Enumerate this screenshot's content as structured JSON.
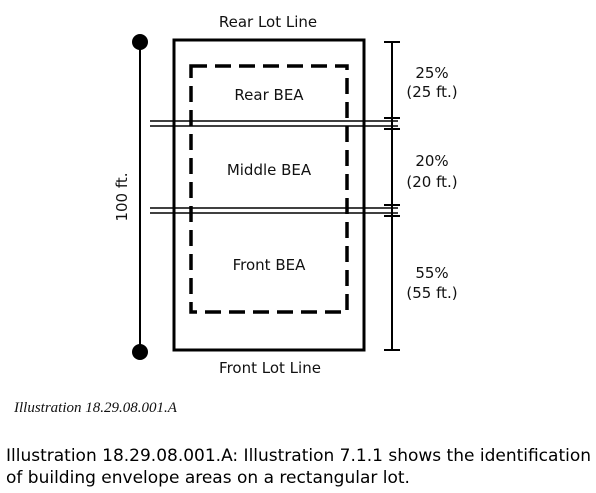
{
  "diagram": {
    "rear_lot_line": "Rear Lot Line",
    "front_lot_line": "Front Lot Line",
    "zones": {
      "rear": "Rear BEA",
      "middle": "Middle BEA",
      "front": "Front BEA"
    },
    "depth_label": "100 ft.",
    "dimensions": {
      "rear_percent": "25%",
      "rear_feet": "(25 ft.)",
      "middle_percent": "20%",
      "middle_feet": "(20 ft.)",
      "front_percent": "55%",
      "front_feet": "(55 ft.)"
    }
  },
  "caption": {
    "figure_label": "Illustration 18.29.08.001.A",
    "description_line1": "Illustration 18.29.08.001.A: Illustration 7.1.1 shows the identification",
    "description_line2": "of building envelope areas on a rectangular lot."
  }
}
